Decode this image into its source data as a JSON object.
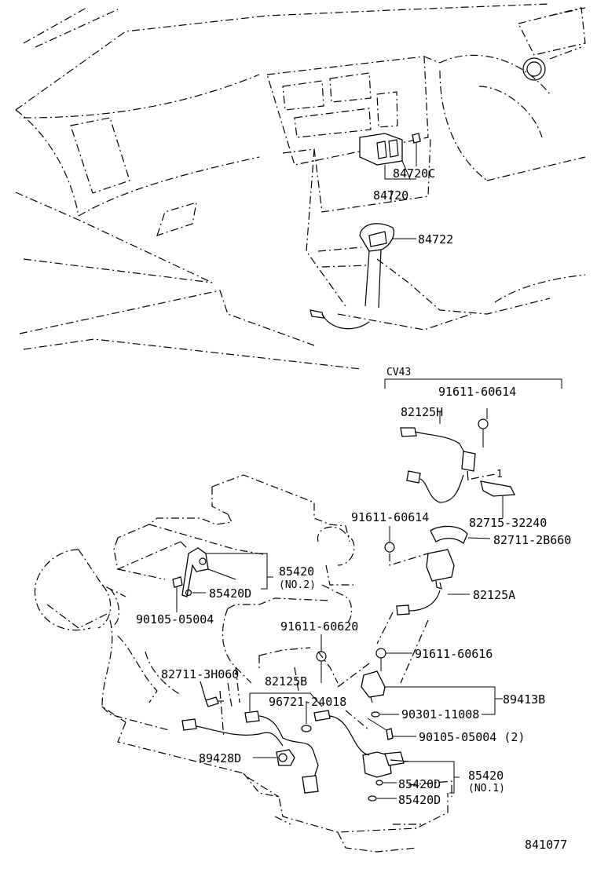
{
  "diagram": {
    "variant_label": "CV43",
    "figure_number": "841077",
    "parts": {
      "p84720C": "84720C",
      "p84720": "84720",
      "p84722": "84722",
      "p91611_60614_top": "91611-60614",
      "p82125H": "82125H",
      "p82715_32240": "82715-32240",
      "p91611_60614_mid": "91611-60614",
      "p82711_2B660": "82711-2B660",
      "p85420_top": "85420",
      "p85420_top_note": "(NO.2)",
      "p85420D_top": "85420D",
      "p82125A": "82125A",
      "p90105_05004": "90105-05004",
      "p91611_60620": "91611-60620",
      "p91611_60616": "91611-60616",
      "p82711_3H060": "82711-3H060",
      "p82125B": "82125B",
      "p96721_24018": "96721-24018",
      "p89413B": "89413B",
      "p90301_11008": "90301-11008",
      "p90105_05004_2": "90105-05004 (2)",
      "p89428D": "89428D",
      "p85420_bottom": "85420",
      "p85420_bottom_note": "(NO.1)",
      "p85420D_b1": "85420D",
      "p85420D_b2": "85420D",
      "p1": "1"
    }
  }
}
